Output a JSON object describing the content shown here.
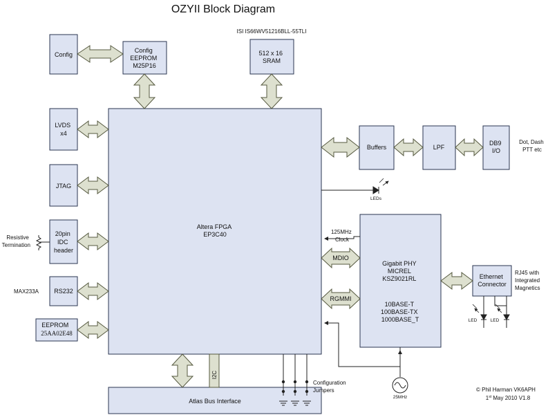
{
  "title": "OZYII Block Diagram",
  "sram_part": "ISI IS66WV51216BLL-55TLI",
  "blocks": {
    "config": "Config",
    "eeprom_cfg": [
      "Config",
      "EEPROM",
      "M25P16"
    ],
    "sram": [
      "512 x 16",
      "SRAM"
    ],
    "lvds": [
      "LVDS",
      "x4"
    ],
    "jtag": "JTAG",
    "idc": [
      "20pin",
      "IDC",
      "header"
    ],
    "rs232": "RS232",
    "eeprom_mac": [
      "EEPROM",
      "25AA02E48"
    ],
    "fpga": [
      "Altera  FPGA",
      "EP3C40"
    ],
    "buffers": "Buffers",
    "lpf": "LPF",
    "db9": [
      "DB9",
      "I/O"
    ],
    "phy": [
      "Gigabit PHY",
      "MICREL",
      "KSZ9021RL",
      "",
      "10BASE-T",
      "100BASE-TX",
      "1000BASE_T"
    ],
    "ethernet": [
      "Ethernet",
      "Connector"
    ],
    "atlas": "Atlas Bus Interface"
  },
  "labels": {
    "dot_dash": [
      "Dot, Dash",
      "PTT etc"
    ],
    "leds": "LEDs",
    "clock125": [
      "125MHz",
      "Clock"
    ],
    "mdio": "MDIO",
    "rgmmi": "RGMMI",
    "rj45": [
      "RJ45 with",
      "Integrated",
      "Magnetics"
    ],
    "led": "LED",
    "resistive": [
      "Resistive",
      "Termination"
    ],
    "max233": "MAX233A",
    "i2c": "I2C",
    "jumpers": [
      "Configuration",
      "Jumpers"
    ],
    "osc": "25MHz",
    "credit_line1": "© Phil Harman VK6APH",
    "credit_day": "1",
    "credit_sup": "st",
    "credit_rest": " May  2010 V1.8"
  }
}
